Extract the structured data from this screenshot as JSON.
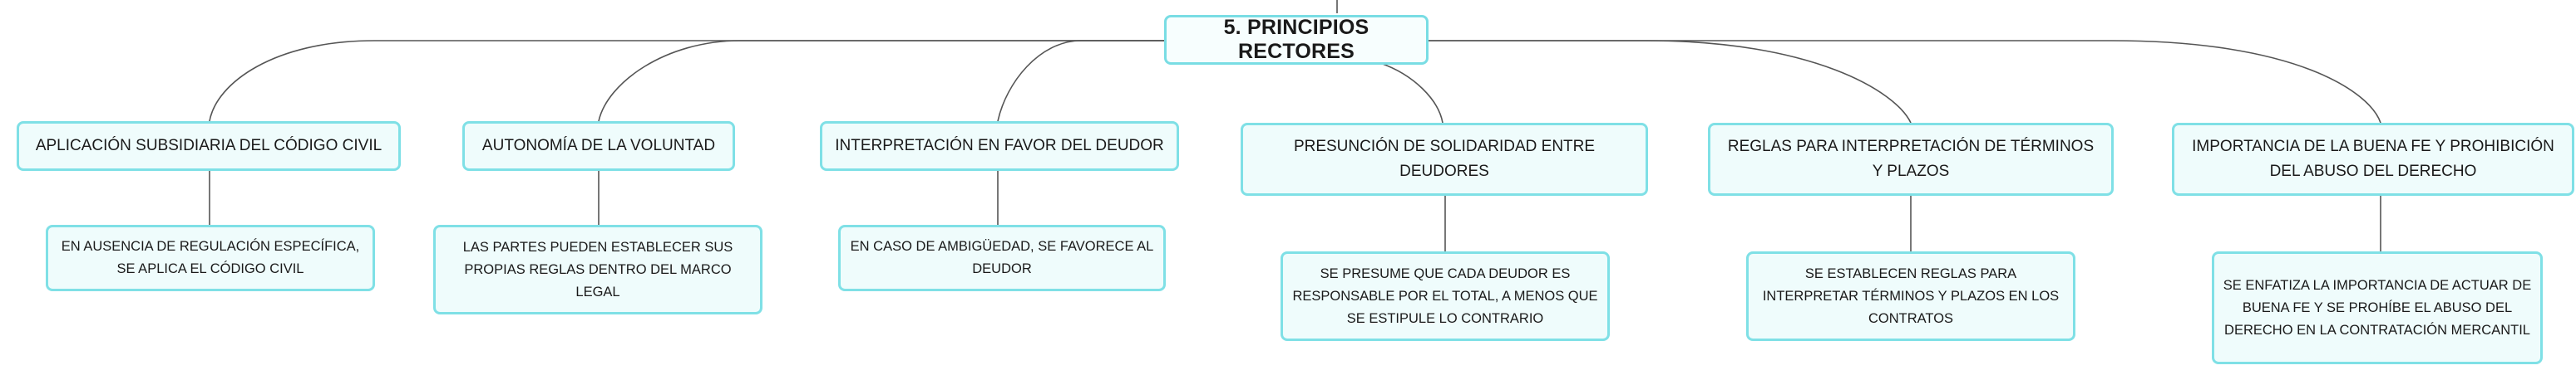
{
  "root": {
    "label": "5. PRINCIPIOS RECTORES"
  },
  "branches": [
    {
      "label": "APLICACIÓN SUBSIDIARIA DEL CÓDIGO CIVIL",
      "detail": "EN AUSENCIA DE REGULACIÓN ESPECÍFICA, SE APLICA EL CÓDIGO CIVIL"
    },
    {
      "label": "AUTONOMÍA DE LA VOLUNTAD",
      "detail": "LAS PARTES PUEDEN ESTABLECER SUS PROPIAS REGLAS DENTRO DEL MARCO LEGAL"
    },
    {
      "label": "INTERPRETACIÓN EN FAVOR DEL DEUDOR",
      "detail": "EN CASO DE AMBIGÜEDAD, SE FAVORECE AL DEUDOR"
    },
    {
      "label": "PRESUNCIÓN DE SOLIDARIDAD ENTRE DEUDORES",
      "detail": "SE PRESUME QUE CADA DEUDOR ES RESPONSABLE POR EL TOTAL, A MENOS QUE SE ESTIPULE LO CONTRARIO"
    },
    {
      "label": "REGLAS PARA INTERPRETACIÓN DE TÉRMINOS Y PLAZOS",
      "detail": "SE ESTABLECEN REGLAS PARA INTERPRETAR TÉRMINOS Y PLAZOS EN LOS CONTRATOS"
    },
    {
      "label": "IMPORTANCIA DE LA BUENA FE Y PROHIBICIÓN DEL ABUSO DEL DERECHO",
      "detail": "SE ENFATIZA LA IMPORTANCIA DE ACTUAR DE BUENA FE Y SE PROHÍBE EL ABUSO DEL DERECHO EN LA CONTRATACIÓN MERCANTIL"
    }
  ]
}
